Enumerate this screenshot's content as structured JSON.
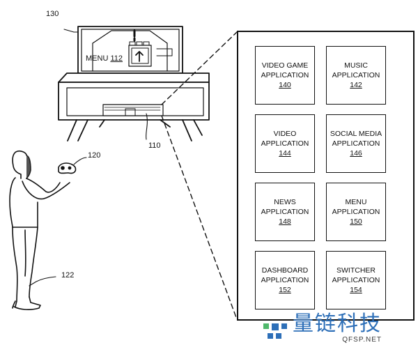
{
  "labels": {
    "tv": "130",
    "console": "110",
    "controller": "120",
    "user": "122"
  },
  "menu": {
    "text": "MENU",
    "num": "112"
  },
  "tiles": [
    {
      "line1": "VIDEO GAME",
      "line2": "APPLICATION",
      "ref": "140"
    },
    {
      "line1": "MUSIC",
      "line2": "APPLICATION",
      "ref": "142"
    },
    {
      "line1": "VIDEO",
      "line2": "APPLICATION",
      "ref": "144"
    },
    {
      "line1": "SOCIAL MEDIA",
      "line2": "APPLICATION",
      "ref": "146"
    },
    {
      "line1": "NEWS",
      "line2": "APPLICATION",
      "ref": "148"
    },
    {
      "line1": "MENU",
      "line2": "APPLICATION",
      "ref": "150"
    },
    {
      "line1": "DASHBOARD",
      "line2": "APPLICATION",
      "ref": "152"
    },
    {
      "line1": "SWITCHER",
      "line2": "APPLICATION",
      "ref": "154"
    }
  ],
  "watermark": {
    "cn": "量链科技",
    "en": "QFSP.NET",
    "colors": [
      "#4fb86b",
      "#2d6fb8"
    ]
  }
}
